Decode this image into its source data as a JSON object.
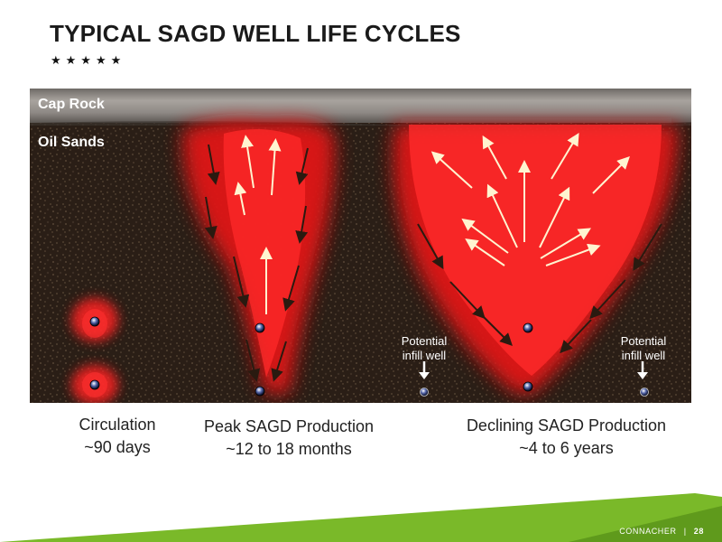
{
  "slide": {
    "title": "TYPICAL SAGD WELL LIFE CYCLES",
    "stars": "★★★★★",
    "page_number": "28",
    "brand": "CONNACHER",
    "separator": "|"
  },
  "layers": {
    "cap_rock": "Cap Rock",
    "oil_sands": "Oil Sands"
  },
  "stages": [
    {
      "title": "Circulation",
      "duration": "~90 days"
    },
    {
      "title": "Peak SAGD Production",
      "duration": "~12 to 18 months"
    },
    {
      "title": "Declining SAGD Production",
      "duration": "~4 to 6 years"
    }
  ],
  "infill_wells": [
    {
      "line1": "Potential",
      "line2": "infill well"
    },
    {
      "line1": "Potential",
      "line2": "infill well"
    }
  ],
  "colors": {
    "steam": "#ff1a1a",
    "sand": "#2b1f17",
    "cap_rock": "#8a8580",
    "accent_green": "#7ab929"
  }
}
